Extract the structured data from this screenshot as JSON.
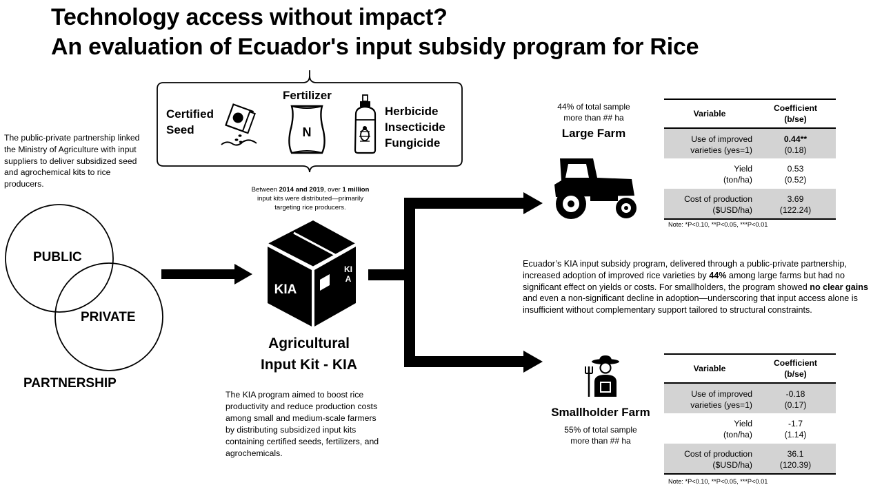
{
  "title": {
    "line1": "Technology access without impact?",
    "line2": "An evaluation of Ecuador's input subsidy program for Rice"
  },
  "partnership": {
    "description": "The public-private partnership linked the Ministry of Agriculture with input suppliers to deliver subsidized seed and agrochemical kits to rice producers.",
    "public_label": "PUBLIC",
    "private_label": "PRIVATE",
    "partnership_label": "PARTNERSHIP"
  },
  "kit": {
    "seed_line1": "Certified",
    "seed_line2": "Seed",
    "fertilizer": "Fertilizer",
    "fertilizer_bag_letter": "N",
    "chem_line1": "Herbicide",
    "chem_line2": "Insecticide",
    "chem_line3": "Fungicide",
    "distribution_pre": "Between ",
    "distribution_years": "2014 and 2019",
    "distribution_mid": ", over ",
    "distribution_count": "1 million",
    "distribution_post": " input kits were distributed—primarily targeting rice producers.",
    "box_label_front": "KIA",
    "box_label_side": "KIA",
    "caption_line1": "Agricultural",
    "caption_line2": "Input Kit - KIA",
    "description": "The KIA program aimed to boost rice productivity and reduce production costs among small and medium-scale farmers by distributing subsidized input kits containing certified seeds, fertilizers, and agrochemicals."
  },
  "large_farm": {
    "share": "44% of total sample",
    "size": "more than ## ha",
    "name": "Large Farm",
    "table": {
      "header_variable": "Variable",
      "header_coef_line1": "Coefficient",
      "header_coef_line2": "(b/se)",
      "rows": [
        {
          "var1": "Use of improved",
          "var2": "varieties (yes=1)",
          "coef": "0.44**",
          "se": "(0.18)"
        },
        {
          "var1": "Yield",
          "var2": "(ton/ha)",
          "coef": "0.53",
          "se": "(0.52)"
        },
        {
          "var1": "Cost of production",
          "var2": "($USD/ha)",
          "coef": "3.69",
          "se": "(122.24)"
        }
      ],
      "note": "Note: *P<0.10, **P<0.05, ***P<0.01"
    }
  },
  "smallholder_farm": {
    "name": "Smallholder Farm",
    "share": "55% of total sample",
    "size": "more than ## ha",
    "table": {
      "header_variable": "Variable",
      "header_coef_line1": "Coefficient",
      "header_coef_line2": "(b/se)",
      "rows": [
        {
          "var1": "Use of improved",
          "var2": "varieties (yes=1)",
          "coef": "-0.18",
          "se": "(0.17)"
        },
        {
          "var1": "Yield",
          "var2": "(ton/ha)",
          "coef": "-1.7",
          "se": "(1.14)"
        },
        {
          "var1": "Cost of production",
          "var2": "($USD/ha)",
          "coef": "36.1",
          "se": "(120.39)"
        }
      ],
      "note": "Note: *P<0.10, **P<0.05, ***P<0.01"
    }
  },
  "summary": {
    "part1": "Ecuador’s KIA input subsidy program, delivered through a public-private partnership, increased adoption of improved rice varieties by ",
    "bold1": "44%",
    "part2": " among large farms but had no significant effect on yields or costs. For smallholders, the program showed ",
    "bold2": "no clear gains",
    "part3": " and even a non-significant decline in adoption—underscoring that input access alone is insufficient without complementary support tailored to structural constraints."
  },
  "icons": [
    "seed-bag-icon",
    "fertilizer-bag-icon",
    "spray-bottle-icon",
    "kit-box-icon",
    "tractor-icon",
    "farmer-icon",
    "arrow-icon"
  ],
  "colors": {
    "table_shade": "#d3d3d3",
    "ink": "#000000"
  }
}
